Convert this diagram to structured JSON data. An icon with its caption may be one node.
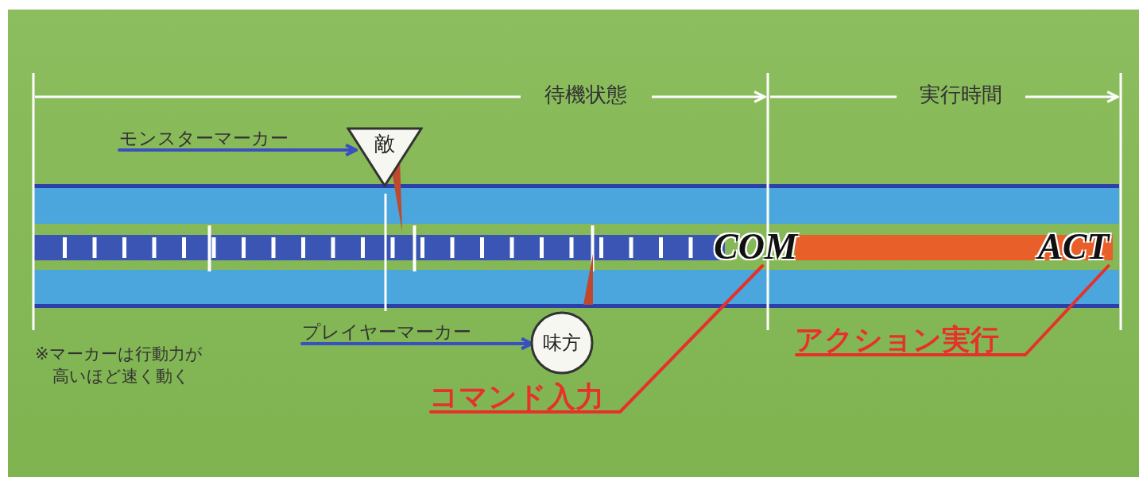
{
  "diagram": {
    "nodes": [
      {
        "text": [
          "モンスターマーカー"
        ]
      },
      {
        "text": [
          "敵"
        ]
      },
      {
        "text": [
          "プレイヤーマーカー"
        ]
      },
      {
        "text": [
          "味方"
        ]
      },
      {
        "text": [
          "COM"
        ]
      },
      {
        "text": [
          "ACT"
        ]
      },
      {
        "text": [
          "コマンド入力"
        ]
      },
      {
        "text": [
          "アクション実行"
        ]
      }
    ],
    "edges": [
      {
        "from": 0,
        "to": 1,
        "arrow": "to"
      },
      {
        "from": 2,
        "to": 3,
        "arrow": "to"
      },
      {
        "from": 6,
        "to": 4,
        "arrow": "none",
        "color": "#e8302a"
      },
      {
        "from": 7,
        "to": 5,
        "arrow": "none",
        "color": "#e8302a"
      }
    ],
    "labels": [
      "待機状態",
      "実行時間",
      "※マーカーは行動力が高いほど速く動く"
    ]
  }
}
